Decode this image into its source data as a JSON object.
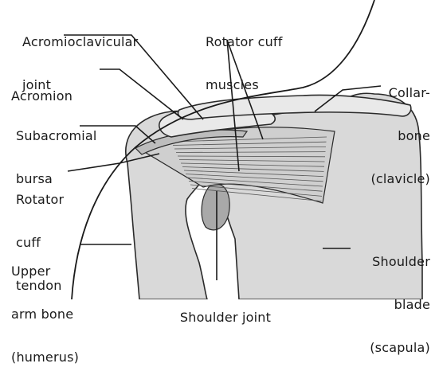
{
  "colors": {
    "bone_fill": "#d9d9d9",
    "bone_light": "#e9e9e9",
    "muscle_fill": "#cfcfcf",
    "bursa_fill": "#bdbdbd",
    "joint_fill": "#a9a9a9",
    "outline": "#2a2a2a",
    "leader": "#1a1a1a",
    "text": "#1a1a1a"
  },
  "labels": {
    "acromioclavicular_joint": {
      "line1": "Acromioclavicular",
      "line2": "joint"
    },
    "rotator_cuff_muscles": {
      "line1": "Rotator cuff",
      "line2": "muscles"
    },
    "acromion": {
      "line1": "Acromion"
    },
    "collarbone": {
      "line1": "Collar-",
      "line2": "bone",
      "line3": "(clavicle)"
    },
    "subacromial_bursa": {
      "line1": "Subacromial",
      "line2": "bursa"
    },
    "rotator_cuff_tendon": {
      "line1": "Rotator",
      "line2": "cuff",
      "line3": "tendon"
    },
    "upper_arm_bone": {
      "line1": "Upper",
      "line2": "arm bone",
      "line3": "(humerus)"
    },
    "shoulder_blade": {
      "line1": "Shoulder",
      "line2": "blade",
      "line3": "(scapula)"
    },
    "shoulder_joint": {
      "line1": "Shoulder joint"
    }
  }
}
